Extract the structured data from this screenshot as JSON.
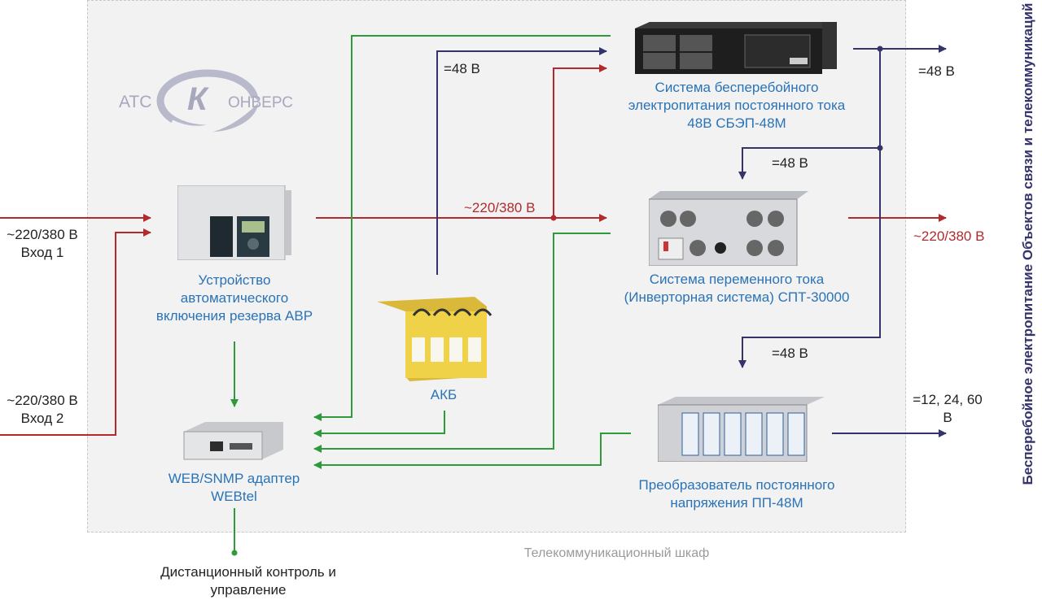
{
  "logo": {
    "left": "АТС",
    "right": "ОНВЕРС",
    "mark": "К"
  },
  "cabinet_label": "Телекоммуникационный шкаф",
  "side_title": "Бесперебойное электропитание Объектов связи и телекоммуникаций",
  "inputs": {
    "in1_voltage": "~220/380 В",
    "in1_name": "Вход 1",
    "in2_voltage": "~220/380 В",
    "in2_name": "Вход 2"
  },
  "devices": {
    "avr": "Устройство автоматического включения резерва АВР",
    "webtel": "WEB/SNMP адаптер WEBtel",
    "akb": "АКБ",
    "sbep": "Система бесперебойного электропитания постоянного тока 48В СБЭП-48М",
    "spt": "Система переменного тока (Инверторная система) СПТ-30000",
    "pp": "Преобразователь постоянного напряжения ПП-48М"
  },
  "remote": "Дистанционный контроль и управление",
  "voltages": {
    "akb_48": "=48 В",
    "out_48_top": "=48 В",
    "mid_48": "=48 В",
    "ac_mid": "~220/380 В",
    "ac_out": "~220/380 В",
    "low_48": "=48 В",
    "out_low": "=12, 24, 60 В"
  },
  "colors": {
    "green": "#2f9a3c",
    "red": "#b22a2e",
    "navy": "#35336b",
    "blue_text": "#2a73b7"
  }
}
